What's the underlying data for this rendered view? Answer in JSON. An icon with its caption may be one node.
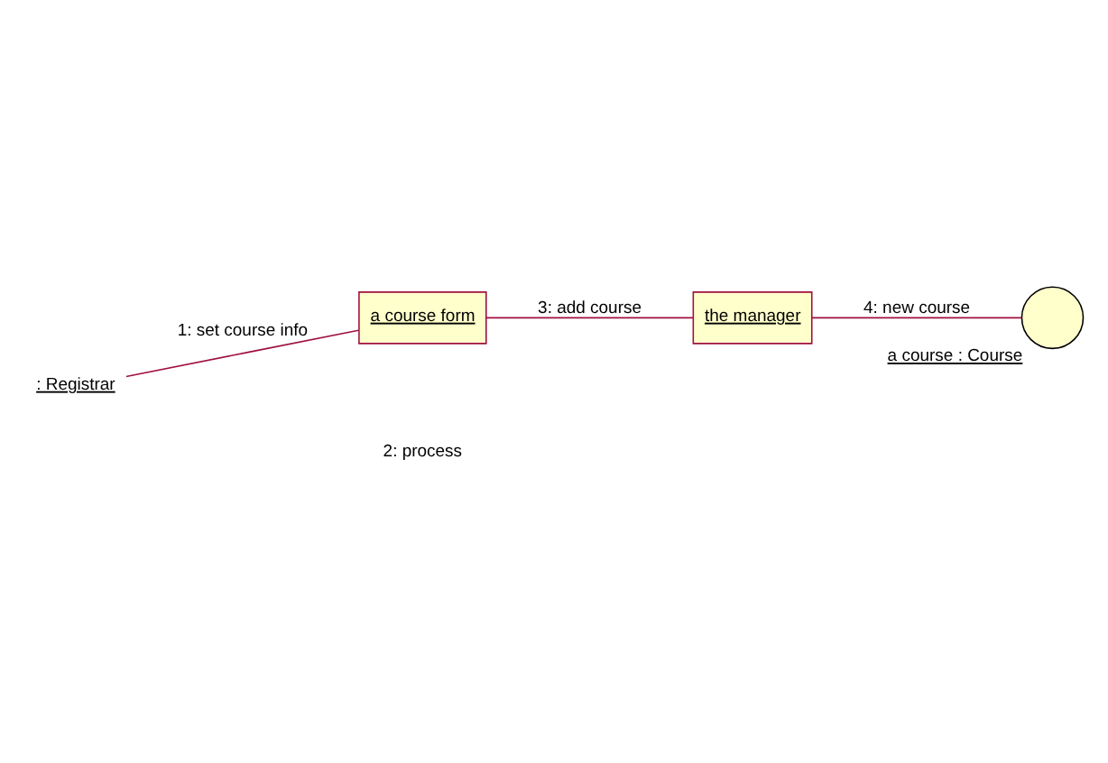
{
  "diagram": {
    "nodes": [
      {
        "text": [
          ": Registrar"
        ]
      },
      {
        "text": [
          "a course form"
        ]
      },
      {
        "text": [
          "the manager"
        ]
      },
      {
        "text": [
          "a course : Course"
        ]
      }
    ],
    "edges": [
      {
        "from": 0,
        "to": 1,
        "arrow": "none",
        "label": "1: set course info"
      },
      {
        "from": 1,
        "to": 2,
        "arrow": "none",
        "label": "3: add course"
      },
      {
        "from": 2,
        "to": 3,
        "arrow": "none",
        "label": "4: new course"
      }
    ],
    "labels": [
      "2: process"
    ]
  }
}
